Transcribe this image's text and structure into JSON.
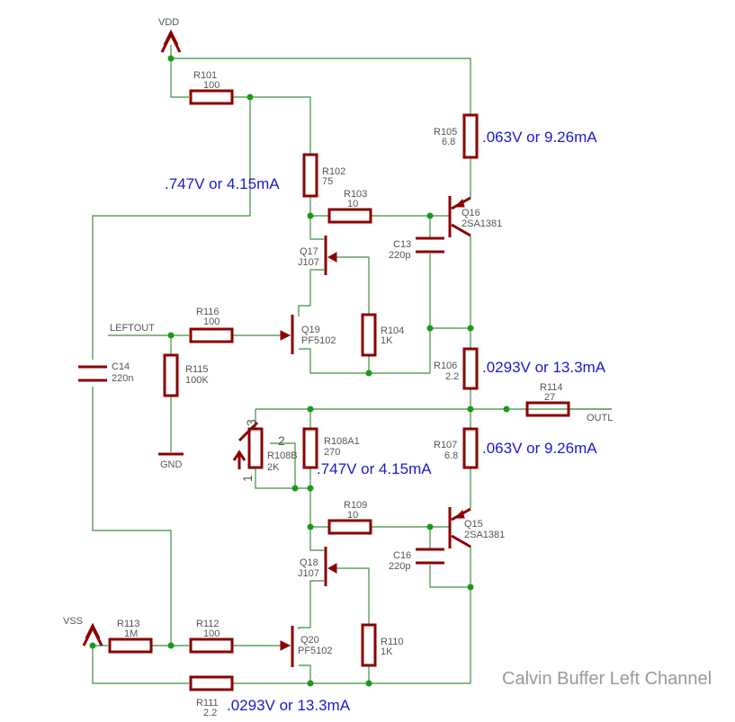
{
  "title": "Calvin Buffer Left Channel",
  "supplies": {
    "vdd": "VDD",
    "vss": "VSS",
    "gnd": "GND"
  },
  "nets": {
    "leftout": "LEFTOUT",
    "outl": "OUTL"
  },
  "components": {
    "R101": {
      "name": "R101",
      "value": "100"
    },
    "R102": {
      "name": "R102",
      "value": "75"
    },
    "R103": {
      "name": "R103",
      "value": "10"
    },
    "R104": {
      "name": "R104",
      "value": "1K"
    },
    "R105": {
      "name": "R105",
      "value": "6.8"
    },
    "R106": {
      "name": "R106",
      "value": "2.2"
    },
    "R107": {
      "name": "R107",
      "value": "6.8"
    },
    "R108A1": {
      "name": "R108A1",
      "value": "270"
    },
    "R108B": {
      "name": "R108B",
      "value": "2K"
    },
    "R109": {
      "name": "R109",
      "value": "10"
    },
    "R110": {
      "name": "R110",
      "value": "1K"
    },
    "R111": {
      "name": "R111",
      "value": "2.2"
    },
    "R112": {
      "name": "R112",
      "value": "100"
    },
    "R113": {
      "name": "R113",
      "value": "1M"
    },
    "R114": {
      "name": "R114",
      "value": "27"
    },
    "R115": {
      "name": "R115",
      "value": "100K"
    },
    "R116": {
      "name": "R116",
      "value": "100"
    },
    "C13": {
      "name": "C13",
      "value": "220p"
    },
    "C14": {
      "name": "C14",
      "value": "220n"
    },
    "C16": {
      "name": "C16",
      "value": "220p"
    },
    "Q15": {
      "name": "Q15",
      "value": "2SA1381"
    },
    "Q16": {
      "name": "Q16",
      "value": "2SA1381"
    },
    "Q17": {
      "name": "Q17",
      "value": "J107"
    },
    "Q18": {
      "name": "Q18",
      "value": "J107"
    },
    "Q19": {
      "name": "Q19",
      "value": "PF5102"
    },
    "Q20": {
      "name": "Q20",
      "value": "PF5102"
    }
  },
  "trimmer_pins": {
    "p1": "1",
    "p2": "2",
    "p3": "3"
  },
  "annotations": {
    "r105": ".063V or 9.26mA",
    "r102": ".747V or 4.15mA",
    "r106": ".0293V or 13.3mA",
    "r107": ".063V or 9.26mA",
    "r108": ".747V or 4.15mA",
    "r111": ".0293V or 13.3mA"
  },
  "colors": {
    "wire": "#3f8f3f",
    "part": "#8b0000",
    "junction": "#1a9a1a",
    "annotation": "#1a1acc",
    "label": "#555555"
  }
}
